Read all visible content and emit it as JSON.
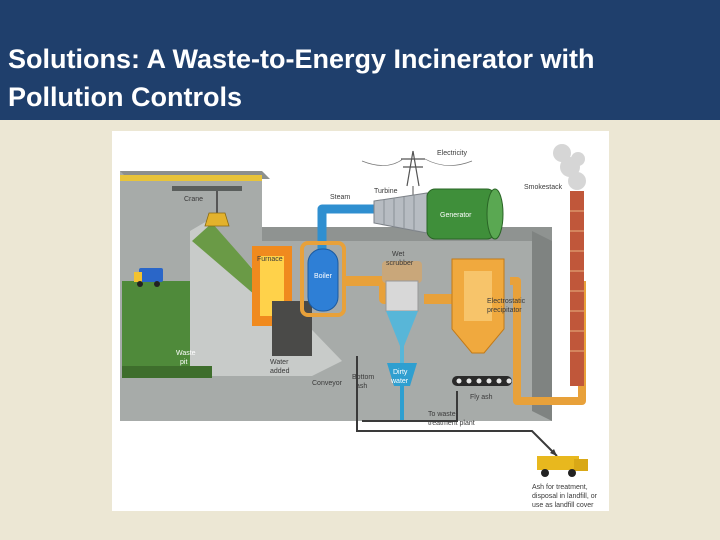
{
  "slide": {
    "title": "Solutions: A Waste-to-Energy Incinerator with Pollution Controls"
  },
  "diagram": {
    "labels": {
      "electricity": "Electricity",
      "crane": "Crane",
      "steam": "Steam",
      "turbine": "Turbine",
      "smokestack": "Smokestack",
      "generator": "Generator",
      "furnace": "Furnace",
      "wet_scrubber_line1": "Wet",
      "wet_scrubber_line2": "scrubber",
      "boiler": "Boiler",
      "electrostatic_line1": "Electrostatic",
      "electrostatic_line2": "precipitator",
      "waste_pit_line1": "Waste",
      "waste_pit_line2": "pit",
      "water_added_line1": "Water",
      "water_added_line2": "added",
      "conveyor": "Conveyor",
      "bottom_ash_line1": "Bottom",
      "bottom_ash_line2": "ash",
      "dirty_water_line1": "Dirty",
      "dirty_water_line2": "water",
      "fly_ash": "Fly ash",
      "to_waste_line1": "To waste",
      "to_waste_line2": "treatment plant",
      "ash_line1": "Ash for treatment,",
      "ash_line2": "disposal in landfill, or",
      "ash_line3": "use as landfill cover"
    },
    "colors": {
      "title_bar": "#1f3f6c",
      "steam_pipe": "#2f8fd0",
      "flue_pipe": "#e8a13a",
      "generator": "#3f8f3a",
      "boiler": "#2e7fd6",
      "furnace": "#f08a1e",
      "smokestack": "#c0573a"
    }
  }
}
